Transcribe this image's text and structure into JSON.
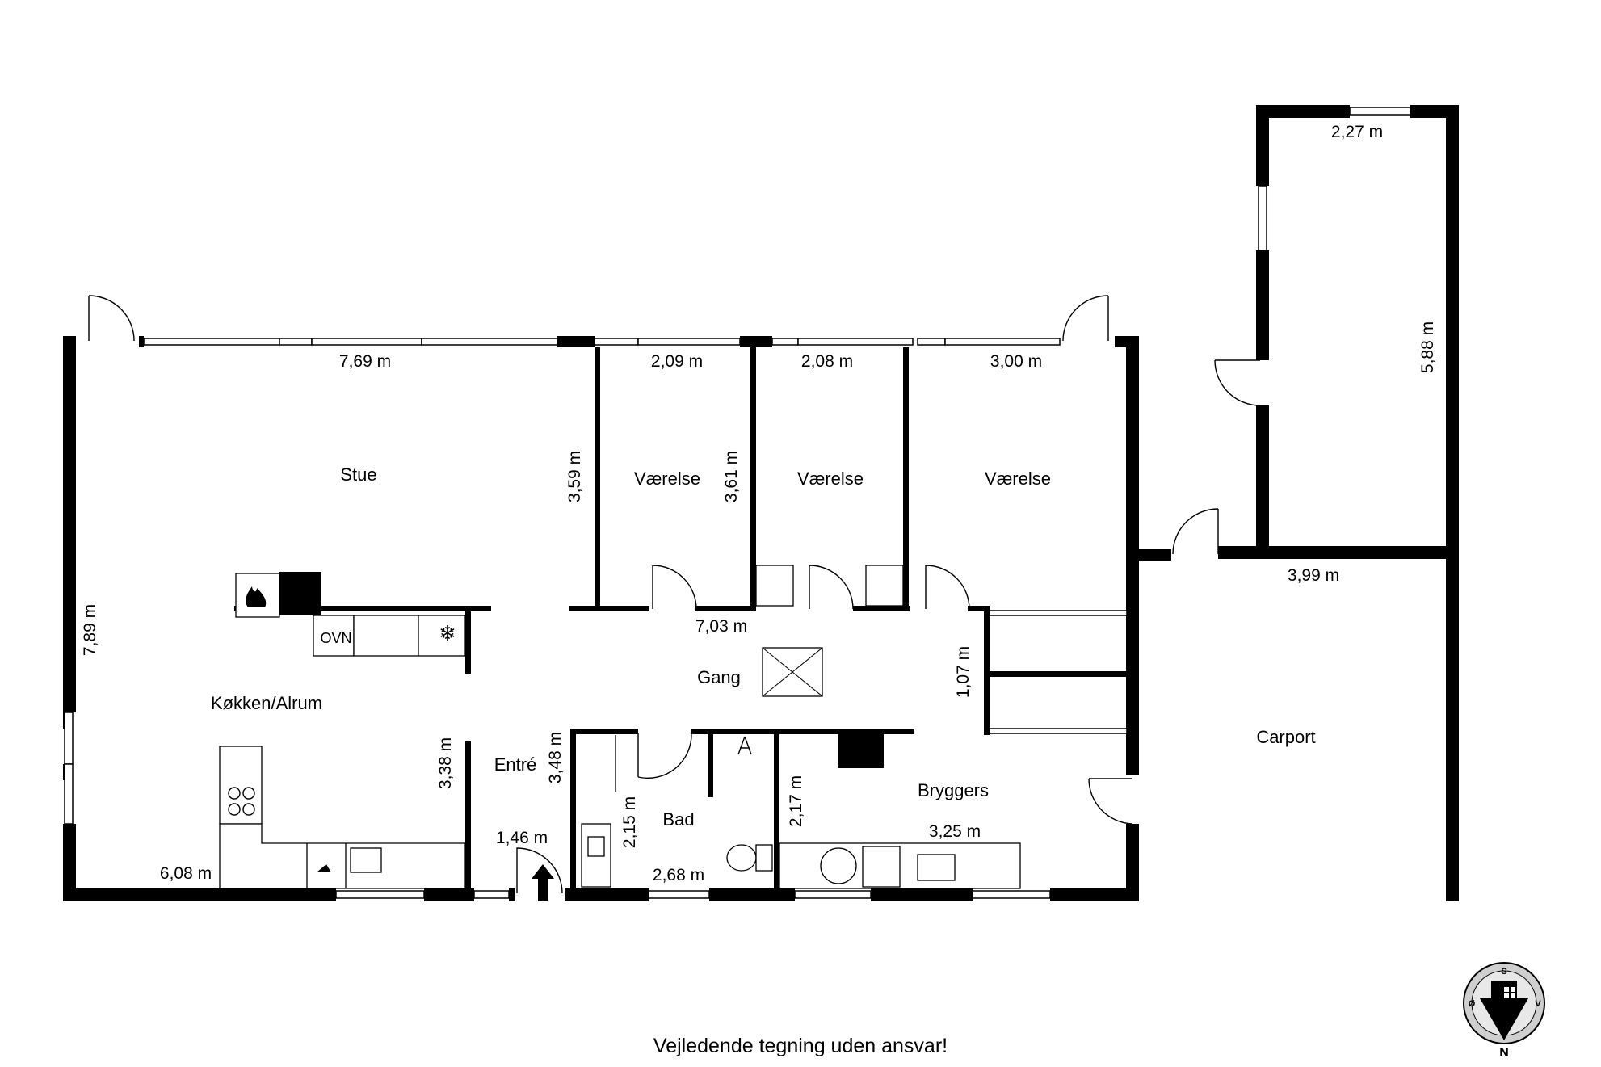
{
  "rooms": {
    "stue": "Stue",
    "kokken": "Køkken/Alrum",
    "vaerelse1": "Værelse",
    "vaerelse2": "Værelse",
    "vaerelse3": "Værelse",
    "gang": "Gang",
    "entre": "Entré",
    "bad": "Bad",
    "bryggers": "Bryggers",
    "carport": "Carport"
  },
  "dimensions": {
    "stue_width": "7,69 m",
    "stue_height": "7,89 m",
    "vaerelse1_width": "2,09 m",
    "vaerelse1_height": "3,59 m",
    "vaerelse2_width": "2,08 m",
    "vaerelse2_height": "3,61 m",
    "vaerelse3_width": "3,00 m",
    "gang_width": "7,03 m",
    "gang_height": "1,07 m",
    "kokken_width": "6,08 m",
    "kokken_height": "3,38 m",
    "entre_height": "3,48 m",
    "entre_width": "1,46 m",
    "bad_height": "2,15 m",
    "bad_width": "2,68 m",
    "bryggers_height": "2,17 m",
    "bryggers_width": "3,25 m",
    "annex_width": "2,27 m",
    "annex_height": "5,88 m",
    "carport_width": "3,99 m"
  },
  "fixtures": {
    "oven_label": "OVN"
  },
  "compass": {
    "south": "S",
    "north": "N",
    "west": "Ø",
    "east": "V"
  },
  "footer": {
    "disclaimer": "Vejledende tegning uden ansvar!"
  },
  "colors": {
    "wall": "#000000",
    "background": "#ffffff",
    "fire": "#e8e8e8"
  }
}
